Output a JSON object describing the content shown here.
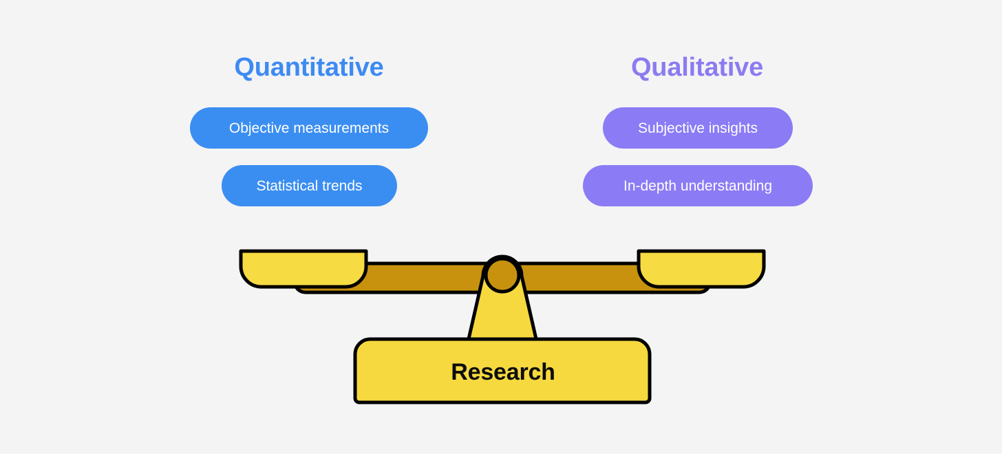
{
  "background_color": "#f4f4f5",
  "columns": [
    {
      "id": "quantitative",
      "heading": "Quantitative",
      "heading_color": "#3d8bf2",
      "pill_color": "#3b8ef1",
      "items": [
        {
          "label": "Objective measurements"
        },
        {
          "label": "Statistical trends"
        }
      ]
    },
    {
      "id": "qualitative",
      "heading": "Qualitative",
      "heading_color": "#8b7bf0",
      "pill_color": "#8b7bf5",
      "items": [
        {
          "label": "Subjective insights"
        },
        {
          "label": "In-depth understanding"
        }
      ]
    }
  ],
  "scale": {
    "icon_name": "balance-scale-icon",
    "base_label": "Research",
    "base_label_color": "#0d0d0d",
    "pan_color": "#f7db42",
    "beam_color": "#c8920f",
    "post_color": "#f5d93f",
    "hub_color": "#c8920f",
    "stroke_color": "#000000",
    "state": "balanced"
  }
}
